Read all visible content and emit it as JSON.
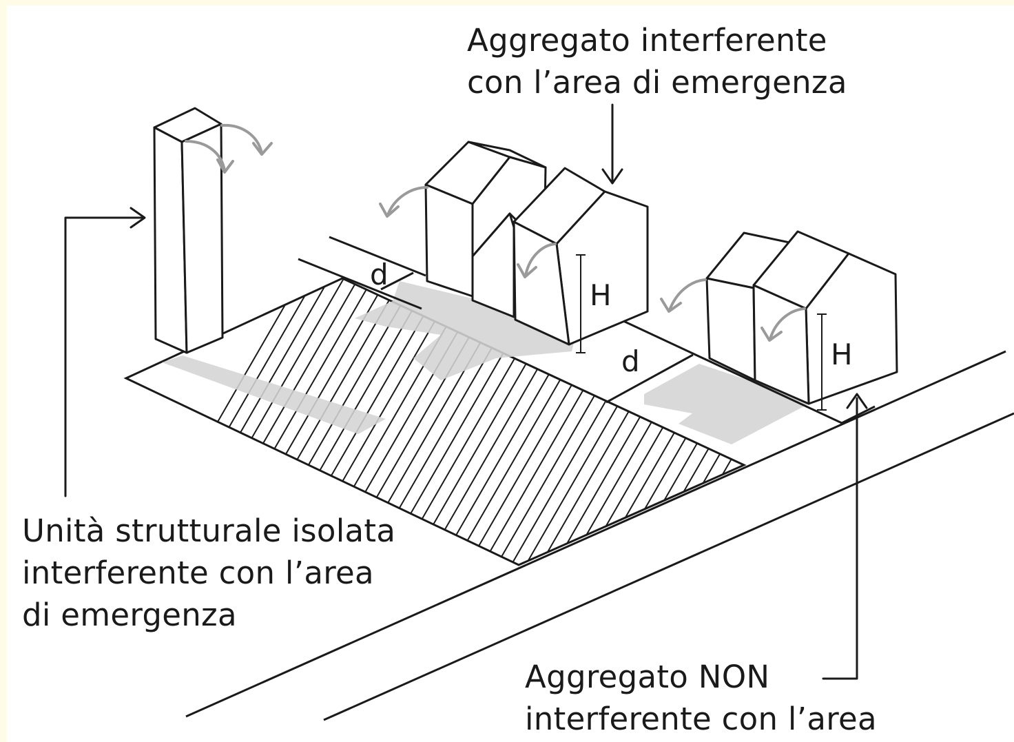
{
  "labels": {
    "aggregato_interferente": [
      "Aggregato interferente",
      "con l’area di emergenza"
    ],
    "unita_isolata": [
      "Unità strutturale isolata",
      "interferente con l’area",
      "di emergenza"
    ],
    "aggregato_non_interferente": [
      "Aggregato NON",
      "interferente con l’area"
    ]
  },
  "dimensions": {
    "distance_symbol": "d",
    "height_symbol": "H"
  },
  "colors": {
    "outline": "#1a1a1a",
    "collapse_zone": "#d4d4d4",
    "arrow_gray": "#9a9a9a",
    "background": "#fefbe6",
    "panel": "#ffffff"
  }
}
